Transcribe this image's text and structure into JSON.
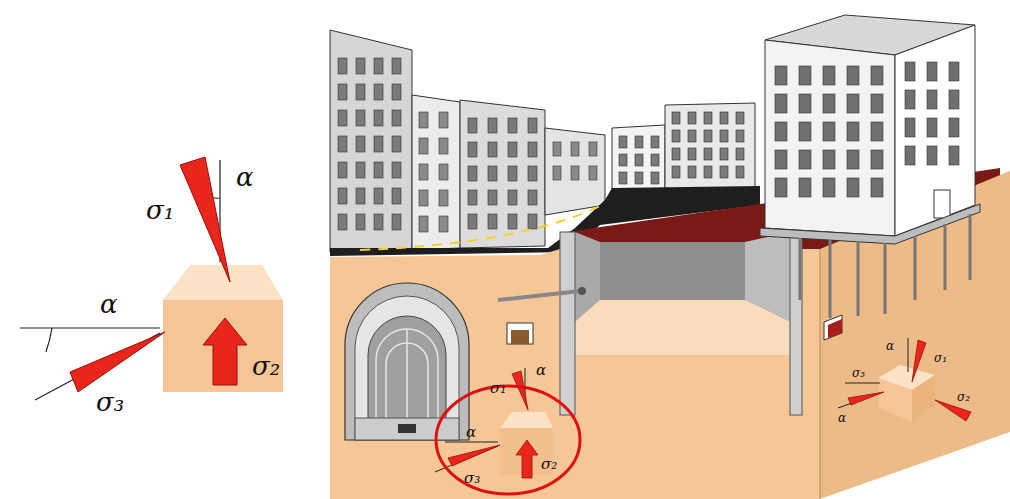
{
  "diagram": {
    "labels": [
      "α",
      "σ₁",
      "α",
      "σ₃",
      "σ₂",
      "σ₁",
      "α",
      "α",
      "σ₃",
      "σ₂",
      "α",
      "σ₁",
      "σ₃",
      "α",
      "σ₂"
    ]
  }
}
